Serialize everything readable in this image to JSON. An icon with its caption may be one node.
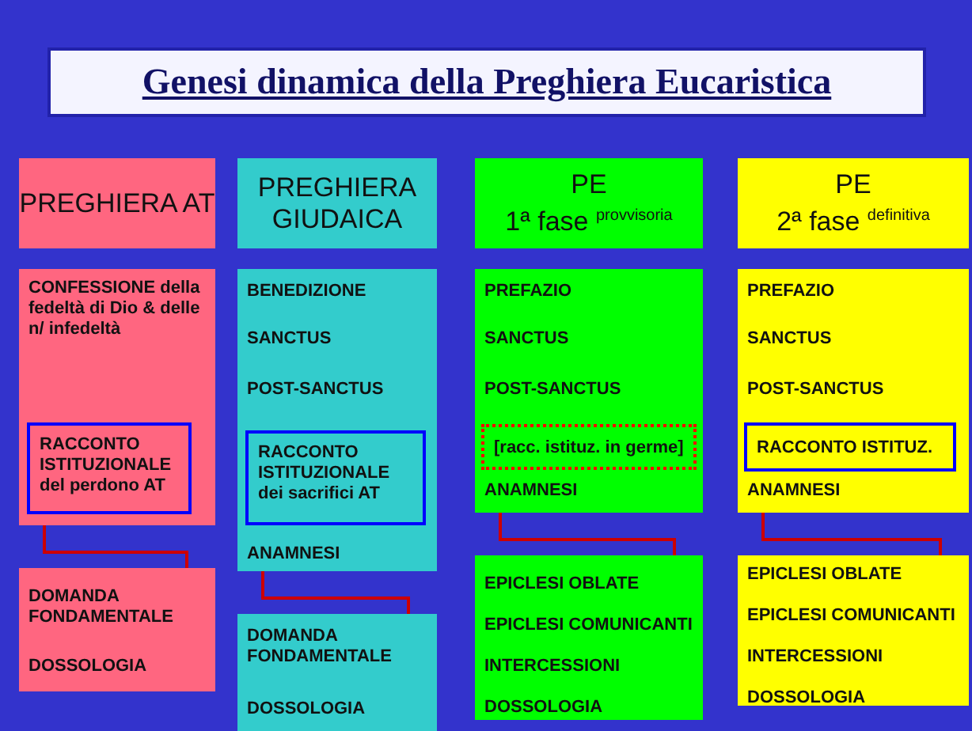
{
  "diagram": {
    "title": "Genesi dinamica della Preghiera Eucaristica",
    "nodes": [
      {
        "text": [
          "PREGHIERA AT"
        ]
      },
      {
        "text": [
          "PREGHIERA GIUDAICA"
        ]
      },
      {
        "text": [
          "PE",
          "1ª fase $^{provvisoria}$"
        ]
      },
      {
        "text": [
          "PE",
          "2ª fase $^{definitiva}$"
        ]
      },
      {
        "text": [
          "CONFESSIONE della fedeltà di Dio & delle n/ infedeltà"
        ]
      },
      {
        "text": [
          "RACCONTO ISTITUZIONALE del perdono AT"
        ],
        "in": 4
      },
      {
        "text": [
          "DOMANDA FONDAMENTALE",
          "DOSSOLOGIA"
        ]
      },
      {
        "text": [
          "BENEDIZIONE",
          "SANCTUS",
          "POST-SANCTUS",
          "ANAMNESI"
        ]
      },
      {
        "text": [
          "RACCONTO ISTITUZIONALE dei sacrifici AT"
        ],
        "in": 7
      },
      {
        "text": [
          "DOMANDA FONDAMENTALE",
          "DOSSOLOGIA"
        ]
      },
      {
        "text": [
          "PREFAZIO",
          "SANCTUS",
          "POST-SANCTUS",
          "ANAMNESI"
        ]
      },
      {
        "text": [
          "[racc. istituz. in germe]"
        ],
        "in": 10
      },
      {
        "text": [
          "EPICLESI OBLATE",
          "EPICLESI COMUNICANTI",
          "INTERCESSIONI",
          "DOSSOLOGIA"
        ]
      },
      {
        "text": [
          "PREFAZIO",
          "SANCTUS",
          "POST-SANCTUS",
          "ANAMNESI"
        ]
      },
      {
        "text": [
          "RACCONTO ISTITUZ."
        ],
        "in": 13
      },
      {
        "text": [
          "EPICLESI OBLATE",
          "EPICLESI COMUNICANTI",
          "INTERCESSIONI",
          "DOSSOLOGIA"
        ]
      }
    ],
    "edges": [
      {
        "from": 4,
        "to": 6,
        "arrow": "none"
      },
      {
        "from": 7,
        "to": 9,
        "arrow": "none"
      },
      {
        "from": 10,
        "to": 12,
        "arrow": "none"
      },
      {
        "from": 13,
        "to": 15,
        "arrow": "none"
      }
    ]
  }
}
